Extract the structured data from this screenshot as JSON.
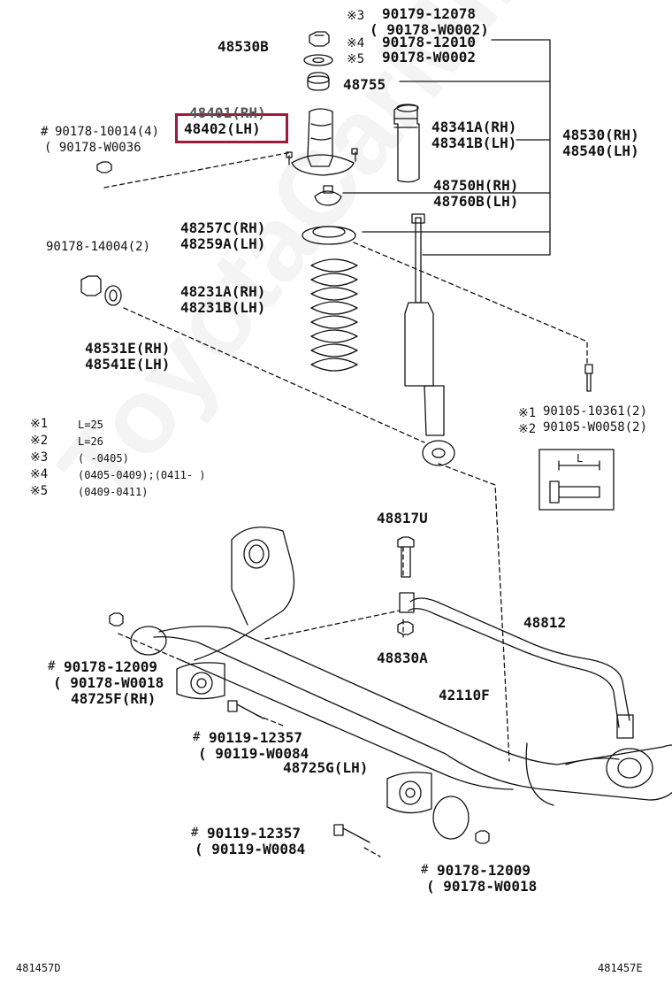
{
  "diagram": {
    "watermark": "ToyotaCarMine.ru",
    "highlight_color": "#9b1b3a",
    "footer_left": "481457D",
    "footer_right": "481457E",
    "parts": {
      "mark3_num": "90179-12078",
      "mark3_alt": "( 90178-W0002)",
      "mark4_num": "90178-12010",
      "mark5_num": "90178-W0002",
      "p48530B": "48530B",
      "p48755": "48755",
      "p48401": "48401(RH)",
      "p48402": "48402(LH)",
      "bolt_top_left": "90178-10014(4)",
      "bolt_top_left_alt": "( 90178-W0036",
      "p48341A": "48341A(RH)",
      "p48341B": "48341B(LH)",
      "p48530RH": "48530(RH)",
      "p48540LH": "48540(LH)",
      "p48750H": "48750H(RH)",
      "p48760B": "48760B(LH)",
      "p48257C": "48257C(RH)",
      "p48259A": "48259A(LH)",
      "nut_left": "90178-14004(2)",
      "p48231A": "48231A(RH)",
      "p48231B": "48231B(LH)",
      "p48531E": "48531E(RH)",
      "p48541E": "48541E(LH)",
      "bolt_right": "90105-10361(2)",
      "bolt_right_alt": "90105-W0058(2)",
      "p48817U": "48817U",
      "p48812": "48812",
      "p48830A": "48830A",
      "nut_mid_left": "90178-12009",
      "nut_mid_left_alt": "( 90178-W0018",
      "p48725F": "48725F(RH)",
      "p42110F": "42110F",
      "bolt_mid": "90119-12357",
      "bolt_mid_alt": "( 90119-W0084",
      "p48725G": "48725G(LH)",
      "bolt_low": "90119-12357",
      "bolt_low_alt": "( 90119-W0084",
      "nut_low_right": "90178-12009",
      "nut_low_right_alt": "( 90178-W0018"
    },
    "marks": {
      "hash": "#",
      "m1": "※1",
      "m2": "※2",
      "m3": "※3",
      "m4": "※4",
      "m5": "※5"
    },
    "notes": [
      {
        "mark": "※1",
        "text": "L=25"
      },
      {
        "mark": "※2",
        "text": "L=26"
      },
      {
        "mark": "※3",
        "text": "(    -0405)"
      },
      {
        "mark": "※4",
        "text": "(0405-0409);(0411-      )"
      },
      {
        "mark": "※5",
        "text": "(0409-0411)"
      }
    ],
    "inset_label": "L"
  }
}
